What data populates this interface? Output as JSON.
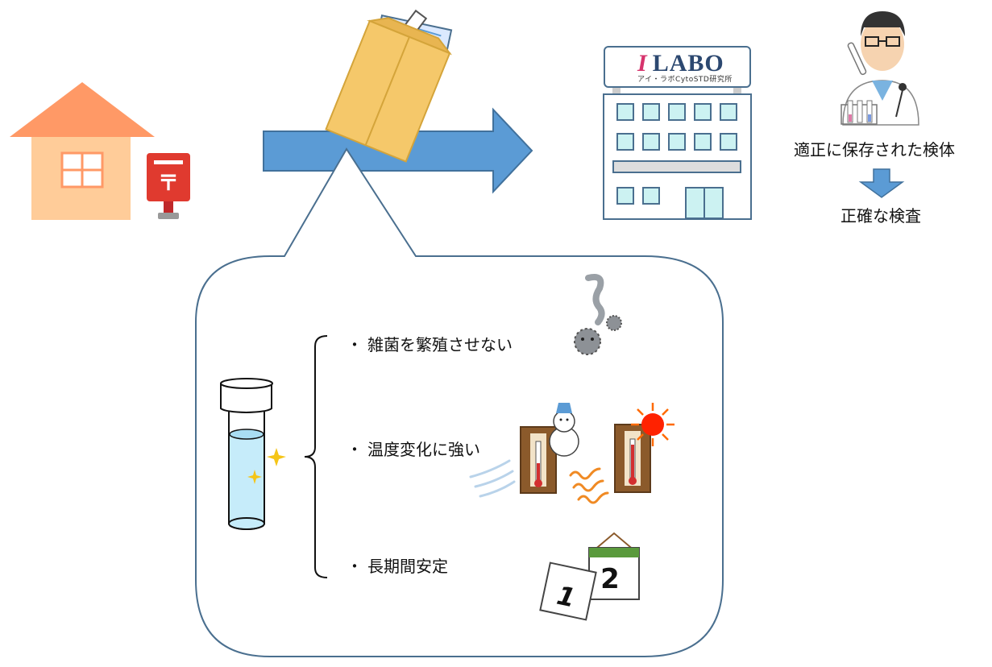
{
  "lab": {
    "logo_mark": "I",
    "logo_name": "LABO",
    "logo_sub": "アイ・ラボCytoSTD研究所"
  },
  "right_panel": {
    "caption": "適正に保存された検体",
    "result": "正確な検査"
  },
  "callout": {
    "items": [
      {
        "label": "雑菌を繁殖させない"
      },
      {
        "label": "温度変化に強い"
      },
      {
        "label": "長期間安定"
      }
    ]
  },
  "calendar": {
    "page_1": "1",
    "page_2": "2"
  },
  "colors": {
    "arrow": "#5b9bd5",
    "arrow_stroke": "#41719c",
    "house_wall": "#ffcc99",
    "house_roof": "#ff9966",
    "postbox": "#e03a2f",
    "building_window": "#ccf2f2",
    "envelope": "#f5c86a",
    "callout_stroke": "#4a6f8f",
    "sun": "#ff2200",
    "thermo_board": "#8b5a2b"
  },
  "icons": [
    "house-icon",
    "postbox-icon",
    "envelope-icon",
    "lab-building-icon",
    "scientist-icon",
    "germ-icon",
    "snowman-icon",
    "thermometer-icon",
    "sun-icon",
    "calendar-icon",
    "test-tube-icon",
    "sparkle-icon"
  ]
}
